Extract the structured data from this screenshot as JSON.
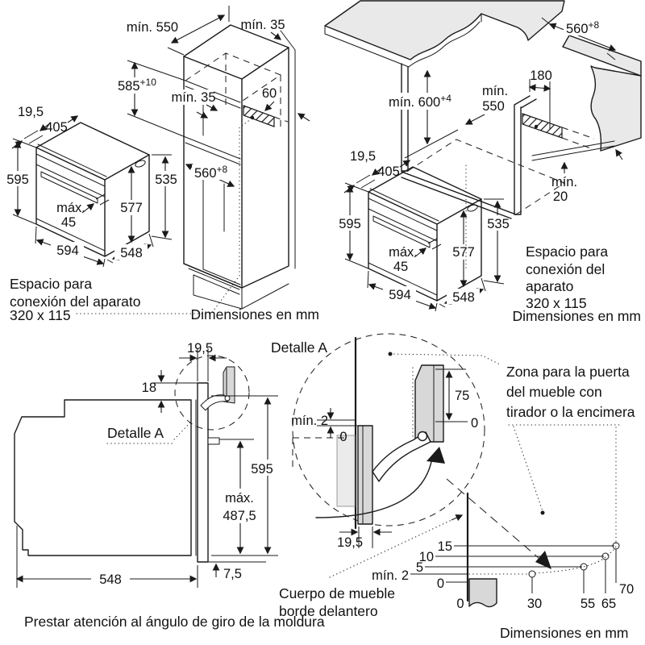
{
  "colors": {
    "line": "#1a1a1a",
    "door_gray": "#d8d8d8",
    "ghost_gray": "#ebebeb",
    "worktop_gray": "#e9e9e9"
  },
  "units_label": "Dimensiones en mm",
  "top_left": {
    "min_depth": "mín. 550",
    "min_top_gap": "mín. 35",
    "niche_height": "585",
    "niche_height_sup": "+10",
    "min_inner_gap": "mín. 35",
    "vent_depth": "60",
    "niche_width": "560",
    "niche_width_sup": "+8",
    "note": [
      "Espacio para",
      "conexión del aparato",
      "320 x 115"
    ]
  },
  "oven": {
    "door_offset": "19,5",
    "top_depth": "405",
    "height": "595",
    "niche_height": "535",
    "max_label": "máx.",
    "max_value": "45",
    "interior_height": "577",
    "width": "594",
    "depth": "548"
  },
  "top_right": {
    "niche_width": "560",
    "niche_width_sup": "+8",
    "vent_offset": "180",
    "worktop_height": "mín. 600",
    "worktop_height_sup": "+4",
    "min_depth_l1": "mín.",
    "min_depth_l2": "550",
    "wall_gap_l1": "mín.",
    "wall_gap_l2": "20",
    "note": [
      "Espacio para",
      "conexión del",
      "aparato",
      "320 x 115"
    ]
  },
  "bottom_left": {
    "door_offset": "19,5",
    "top_overhang": "18",
    "detail": "Detalle A",
    "height": "595",
    "max_l1": "máx.",
    "max_l2": "487,5",
    "depth": "548",
    "bottom_gap": "7,5",
    "caption": "Prestar atención al ángulo de giro de la moldura"
  },
  "bottom_right": {
    "detail_title": "Detalle A",
    "zone_note": [
      "Zona para la puerta",
      "del mueble con",
      "tirador o la encimera"
    ],
    "min_gap": "mín. 2",
    "zero_top": "0",
    "handle_zone": "75",
    "zero_right": "0",
    "door_thickness": "19,5",
    "body_note": [
      "Cuerpo de mueble",
      "borde delantero"
    ],
    "chart": {
      "type": "line",
      "y_labels": [
        "15",
        "10",
        "5",
        "mín. 2",
        "0"
      ],
      "x_labels": [
        "0",
        "30",
        "55",
        "65",
        "70"
      ],
      "points": [
        [
          30,
          2
        ],
        [
          55,
          5
        ],
        [
          65,
          10
        ],
        [
          70,
          15
        ]
      ]
    }
  }
}
